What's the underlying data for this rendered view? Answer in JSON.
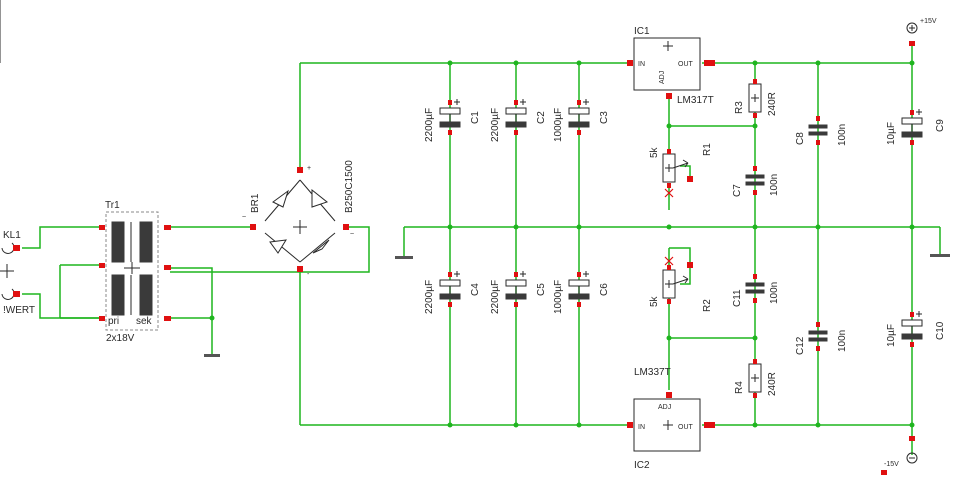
{
  "components": {
    "ic1": {
      "name": "IC1",
      "part": "LM317T",
      "pin_in": "IN",
      "pin_out": "OUT",
      "pin_adj": "ADJ"
    },
    "ic2": {
      "name": "IC2",
      "part": "LM337T",
      "pin_in": "IN",
      "pin_out": "OUT",
      "pin_adj": "ADJ"
    },
    "c1": {
      "name": "C1",
      "value": "2200µF"
    },
    "c2": {
      "name": "C2",
      "value": "2200µF"
    },
    "c3": {
      "name": "C3",
      "value": "1000µF"
    },
    "c4": {
      "name": "C4",
      "value": "2200µF"
    },
    "c5": {
      "name": "C5",
      "value": "2200µF"
    },
    "c6": {
      "name": "C6",
      "value": "1000µF"
    },
    "c7": {
      "name": "C7",
      "value": "100n"
    },
    "c8": {
      "name": "C8",
      "value": "100n"
    },
    "c9": {
      "name": "C9",
      "value": "10µF"
    },
    "c10": {
      "name": "C10",
      "value": "10µF"
    },
    "c11": {
      "name": "C11",
      "value": "100n"
    },
    "c12": {
      "name": "C12",
      "value": "100n"
    },
    "r1": {
      "name": "R1",
      "value": "5k"
    },
    "r2": {
      "name": "R2",
      "value": "5k"
    },
    "r3": {
      "name": "R3",
      "value": "240R"
    },
    "r4": {
      "name": "R4",
      "value": "240R"
    },
    "br1": {
      "name": "BR1",
      "part": "B250C1500",
      "pin_plus": "+",
      "pin_minus": "-",
      "pin_ac1": "~",
      "pin_ac2": "~"
    },
    "tr1": {
      "name": "Tr1",
      "value": "2x18V",
      "primary": "pri",
      "secondary": "sek"
    },
    "kl1": {
      "name": "KL1",
      "label": "!WERT"
    }
  },
  "supplies": {
    "positive": "+15V",
    "negative": "-15V"
  },
  "colors": {
    "wire": "#1fb51f",
    "pad": "#e01010",
    "symbol": "#2a2a2a",
    "background": "#ffffff"
  }
}
